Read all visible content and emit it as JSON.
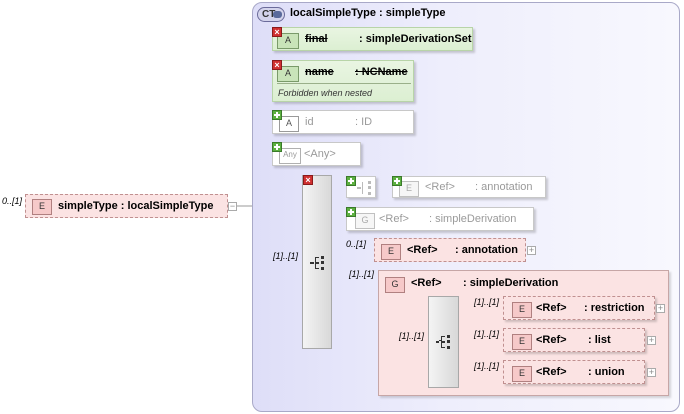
{
  "root": {
    "occurs": "0..[1]",
    "badge": "E",
    "label": "simpleType : localSimpleType",
    "expand": "−"
  },
  "complex_type": {
    "badge": "CT",
    "title": "localSimpleType : simpleType"
  },
  "attributes": [
    {
      "badge": "A",
      "name": "final",
      "type": ": simpleDerivationSet",
      "status": "forbidden"
    },
    {
      "badge": "A",
      "name": "name",
      "type": ": NCName",
      "status": "forbidden",
      "note": "Forbidden when nested"
    },
    {
      "badge": "A",
      "name": "id",
      "type": ": ID",
      "status": "optional"
    },
    {
      "badge": "Any",
      "name": "<Any>",
      "status": "optional"
    }
  ],
  "sequence_occurs": "[1]..[1]",
  "children": [
    {
      "badge": "E",
      "ref": "<Ref>",
      "type": ": annotation",
      "status": "optional-grey"
    },
    {
      "badge": "G",
      "ref": "<Ref>",
      "type": ": simpleDerivation",
      "status": "optional-grey"
    },
    {
      "occurs": "0..[1]",
      "badge": "E",
      "ref": "<Ref>",
      "type": ": annotation",
      "expand": "+"
    },
    {
      "occurs": "[1]..[1]",
      "badge": "G",
      "ref": "<Ref>",
      "type": ": simpleDerivation",
      "choice_occurs": "[1]..[1]",
      "items": [
        {
          "occurs": "[1]..[1]",
          "badge": "E",
          "ref": "<Ref>",
          "type": ": restriction",
          "expand": "+"
        },
        {
          "occurs": "[1]..[1]",
          "badge": "E",
          "ref": "<Ref>",
          "type": ": list",
          "expand": "+"
        },
        {
          "occurs": "[1]..[1]",
          "badge": "E",
          "ref": "<Ref>",
          "type": ": union",
          "expand": "+"
        }
      ]
    }
  ],
  "colors": {
    "ct_background": "#e6e6fa",
    "element_pink": "#fbe3e3",
    "attribute_green": "#dcefd2",
    "forbidden_red": "#d03030",
    "optional_plus": "#5cb040"
  }
}
